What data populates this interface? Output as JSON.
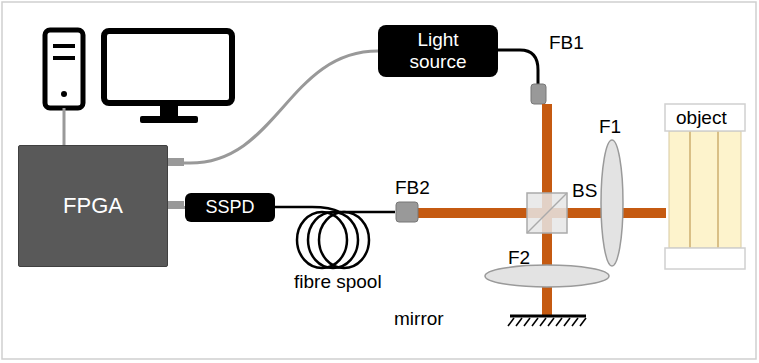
{
  "diagram": {
    "nodes": [
      {
        "text": [
          "Light source"
        ]
      },
      {
        "text": [
          "FPGA"
        ]
      },
      {
        "text": [
          "SSPD"
        ]
      }
    ],
    "edges": [
      {
        "from": 1,
        "to": 0,
        "arrow": "none"
      },
      {
        "from": 1,
        "to": 2,
        "arrow": "none"
      }
    ],
    "labels": [
      "FB1",
      "FB2",
      "BS",
      "F1",
      "object",
      "F2",
      "mirror",
      "fibre spool"
    ]
  }
}
